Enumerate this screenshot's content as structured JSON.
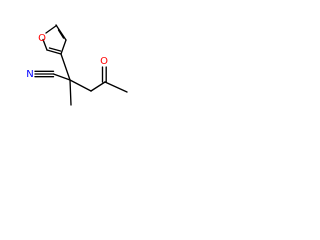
{
  "molecule": {
    "atoms": {
      "oxygen_ring": {
        "label": "O",
        "color": "#ff0000"
      },
      "oxygen_carbonyl": {
        "label": "O",
        "color": "#ff0000"
      },
      "nitrogen_nitrile": {
        "label": "N",
        "color": "#0000ff"
      }
    }
  }
}
